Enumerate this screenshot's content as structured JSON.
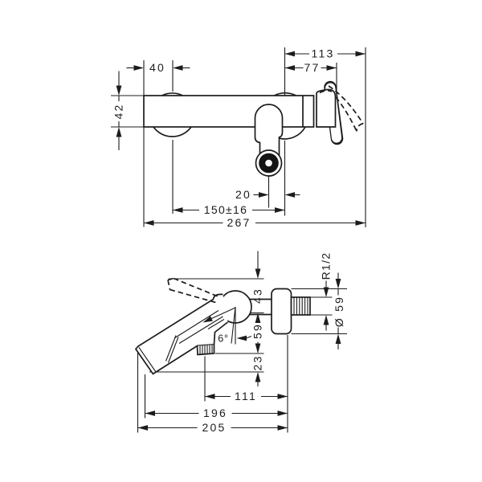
{
  "drawing": {
    "background": "#ffffff",
    "line_color": "#1c1c1c",
    "front_view": {
      "dim_113": "113",
      "dim_77": "77",
      "dim_40": "40",
      "dim_42": "42",
      "dim_20": "20",
      "dim_150": "150±16",
      "dim_267": "267"
    },
    "side_view": {
      "dim_thread": "R1/2",
      "dim_diameter": "Ø 59",
      "dim_43": "43",
      "dim_59": "59",
      "dim_23": "23",
      "dim_angle": "6°",
      "dim_111": "111",
      "dim_196": "196",
      "dim_205": "205"
    }
  }
}
